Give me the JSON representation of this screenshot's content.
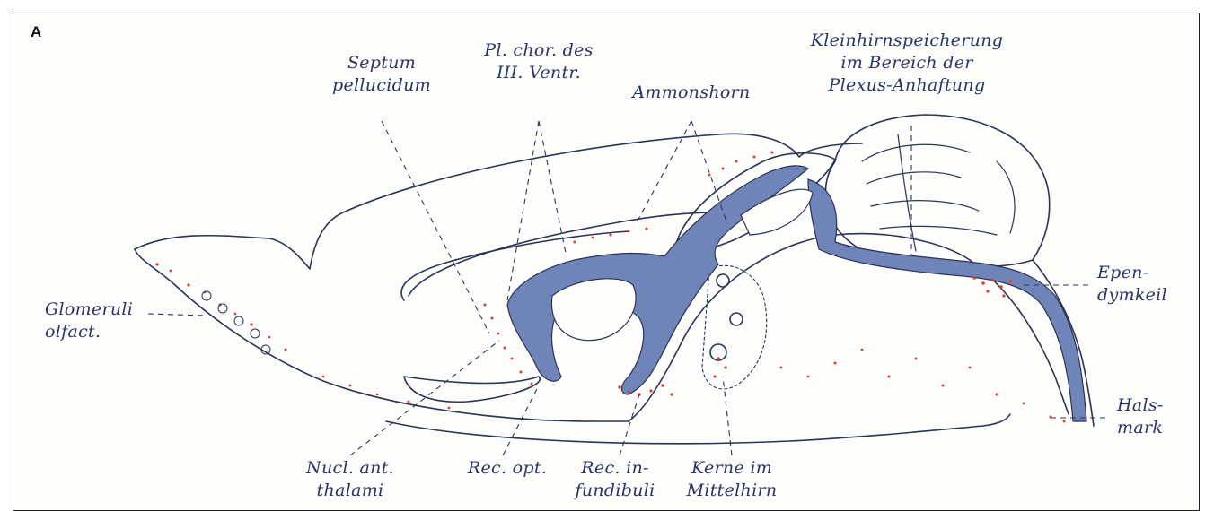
{
  "panel_letter": "A",
  "colors": {
    "ventricle": "#6f84b8",
    "dots": "#e23a2c",
    "outline": "#2b3452",
    "label": "#2a3466"
  },
  "labels": {
    "septum": [
      "Septum",
      "pellucidum"
    ],
    "plexus": [
      "Pl. chor. des",
      "III. Ventr."
    ],
    "ammonshorn": [
      "Ammonshorn"
    ],
    "kleinhirn": [
      "Kleinhirnspeicherung",
      "im Bereich der",
      "Plexus-Anhaftung"
    ],
    "glomeruli": [
      "Glomeruli",
      "olfact."
    ],
    "ependymkeil": [
      "Epen-",
      "dymkeil"
    ],
    "halsmark": [
      "Hals-",
      "mark"
    ],
    "nucl_ant": [
      "Nucl. ant.",
      "thalami"
    ],
    "rec_opt": [
      "Rec. opt."
    ],
    "rec_infund": [
      "Rec. in-",
      "fundibuli"
    ],
    "kerne": [
      "Kerne im",
      "Mittelhirn"
    ]
  }
}
